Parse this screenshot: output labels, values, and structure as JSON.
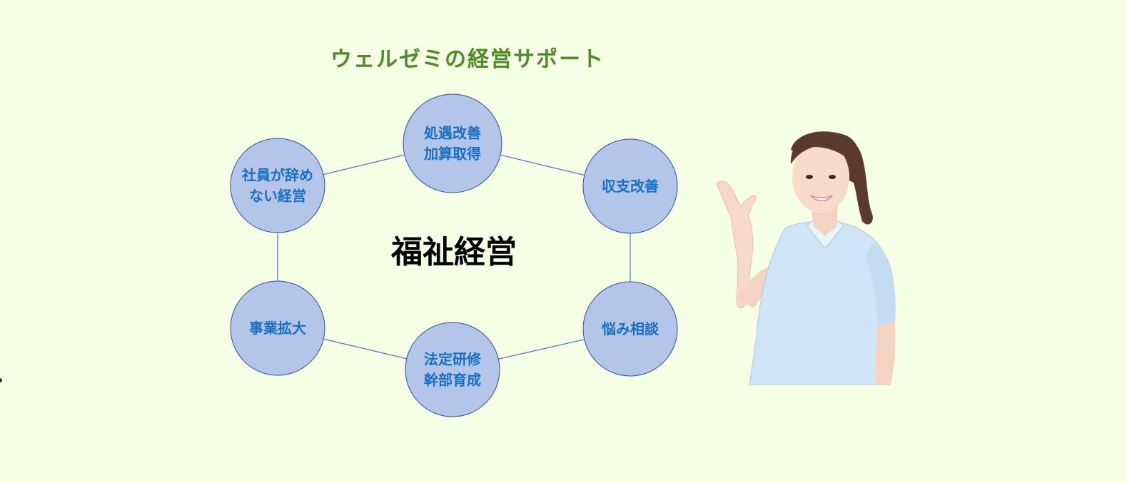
{
  "title": "ウェルゼミの経営サポート",
  "center_label": "福祉経営",
  "nodes": [
    {
      "id": "top",
      "lines": [
        "処遇改善",
        "加算取得"
      ]
    },
    {
      "id": "upper-right",
      "lines": [
        "収支改善"
      ]
    },
    {
      "id": "lower-right",
      "lines": [
        "悩み相談"
      ]
    },
    {
      "id": "bottom",
      "lines": [
        "法定研修",
        "幹部育成"
      ]
    },
    {
      "id": "lower-left",
      "lines": [
        "事業拡大"
      ]
    },
    {
      "id": "upper-left",
      "lines": [
        "社員が辞め",
        "ない経営"
      ]
    }
  ],
  "colors": {
    "background": "#f5ffe3",
    "title": "#4f8a2b",
    "node_fill": "#b3c6ea",
    "node_stroke": "#2e4f9e",
    "node_text": "#1a6fc0",
    "connector": "#4a72c8",
    "center_text": "#000000"
  },
  "illustration": "nurse-presenting-image"
}
